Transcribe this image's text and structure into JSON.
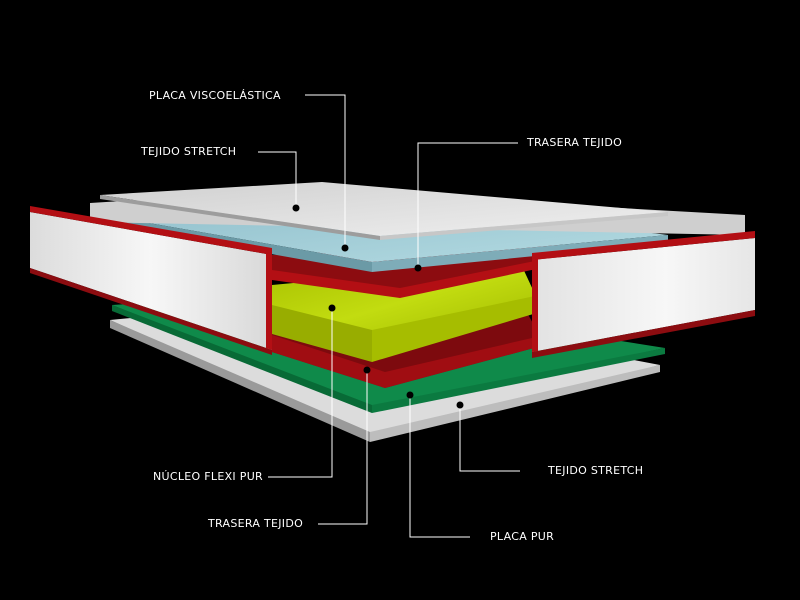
{
  "labels": {
    "placa_visco": "PLACA VISCOELÁSTICA",
    "tejido_stretch_top": "TEJIDO STRETCH",
    "trasera_tejido_top": "TRASERA TEJIDO",
    "nucleo": "NÚCLEO FLEXI PUR",
    "trasera_tejido_bottom": "TRASERA TEJIDO",
    "placa_pur": "PLACA PUR",
    "tejido_stretch_bottom": "TEJIDO STRETCH"
  },
  "colors": {
    "background": "#000000",
    "stretch_fabric": "#e8e8e8",
    "visco_plate": "#9cc7d0",
    "back_fabric": "#8c0c10",
    "core": "#b8d200",
    "pur_plate": "#0f8a4a",
    "side_panel": "#f2f2f2",
    "side_edge": "#b30f14",
    "leader_line": "#ffffff"
  }
}
